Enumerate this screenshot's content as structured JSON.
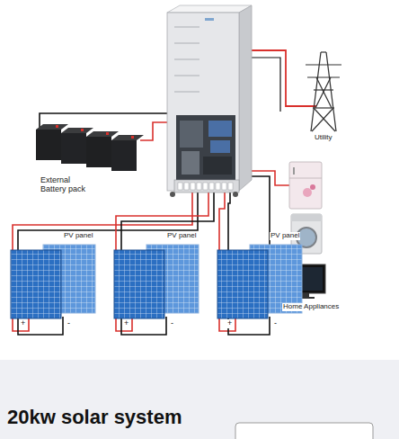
{
  "diagram": {
    "title": "20kw solar system",
    "labels": [
      "External Battery pack",
      "Utility",
      "PV panel",
      "+",
      "-",
      "PV panel",
      "+",
      "-",
      "PV panel",
      "+",
      "-",
      "Home Appliances"
    ]
  }
}
